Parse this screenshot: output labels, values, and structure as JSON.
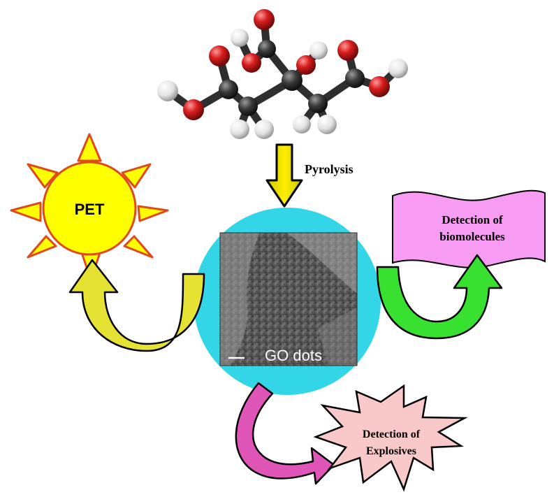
{
  "labels": {
    "pyrolysis": "Pyrolysis",
    "pet": "PET",
    "biomolecules_line1": "Detection of",
    "biomolecules_line2": "biomolecules",
    "explosives_line1": "Detection of",
    "explosives_line2": "Explosives",
    "go_dots": "GO dots"
  },
  "colors": {
    "sun_fill": "#ffff00",
    "sun_stroke": "#e04a1a",
    "central_circle": "#33d6e6",
    "banner_fill": "#f79cf2",
    "star_fill": "#f9c8c8",
    "arrow_down": "#ffee00",
    "arrow_left": "#e6e233",
    "arrow_right": "#38e030",
    "arrow_bottom": "#e055b8",
    "atom_oxygen": "#d91e1e",
    "atom_carbon": "#3a3a3a",
    "atom_hydrogen": "#f2f2f2",
    "tem_image": "#5c5c5c"
  },
  "icons": {
    "molecule": "citric-acid-molecule-icon",
    "sun": "sun-icon",
    "banner": "wavy-banner-icon",
    "starburst": "starburst-icon",
    "tem": "tem-micrograph-image"
  }
}
